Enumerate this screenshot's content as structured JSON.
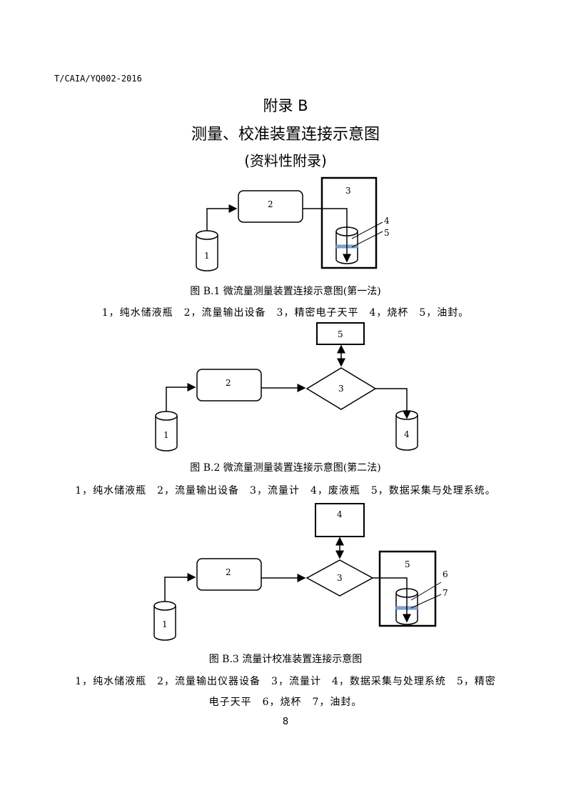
{
  "header": {
    "doc_code": "T/CAIA/YQ002-2016"
  },
  "title": {
    "appendix": "附录 B",
    "main": "测量、校准装置连接示意图",
    "sub": "(资料性附录)"
  },
  "figures": [
    {
      "caption": "图 B.1 微流量测量装置连接示意图(第一法)",
      "legend": "1，纯水储液瓶　2，流量输出设备　3，精密电子天平　4，烧杯　5，油封。",
      "labels": {
        "n1": "1",
        "n2": "2",
        "n3": "3",
        "n4": "4",
        "n5": "5"
      }
    },
    {
      "caption": "图 B.2 微流量测量装置连接示意图(第二法)",
      "legend": "1，纯水储液瓶　2，流量输出设备　3，流量计　4，废液瓶　5，数据采集与处理系统。",
      "labels": {
        "n1": "1",
        "n2": "2",
        "n3": "3",
        "n4": "4",
        "n5": "5"
      }
    },
    {
      "caption": "图 B.3 流量计校准装置连接示意图",
      "legend_line1": "1，纯水储液瓶　2，流量输出仪器设备　3，流量计　4，数据采集与处理系统　5，精密",
      "legend_line2": "电子天平　6，烧杯　7，油封。",
      "labels": {
        "n1": "1",
        "n2": "2",
        "n3": "3",
        "n4": "4",
        "n5": "5",
        "n6": "6",
        "n7": "7"
      }
    }
  ],
  "footer": {
    "page_number": "8"
  }
}
